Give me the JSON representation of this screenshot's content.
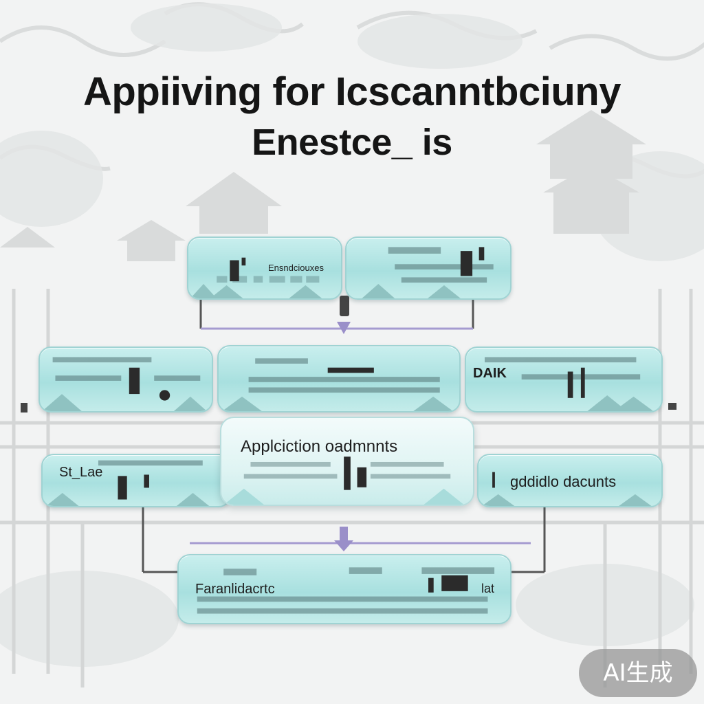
{
  "title": {
    "line1": "Appiiving for Icscanntbciuny",
    "line2": "Enestce_ is"
  },
  "boxes": {
    "top_left": {
      "label": "Ensndciouxes"
    },
    "top_right": {
      "label": ""
    },
    "mid_left": {
      "label": ""
    },
    "mid_center": {
      "label": ""
    },
    "mid_right": {
      "label": "DAIK"
    },
    "row3_left": {
      "label": "St_Lae"
    },
    "row3_center": {
      "label": "Applciction oadmnnts"
    },
    "row3_right": {
      "label": "gddidlo dacunts"
    },
    "bottom": {
      "label": "Faranlidacrtc",
      "label2": "lat"
    }
  },
  "badge": {
    "label": "AI生成"
  },
  "colors": {
    "box_fill": "#a8e0df",
    "box_border": "#9fd3d3",
    "connector": "#555555",
    "arrow": "#9a8fc9",
    "title": "#151515"
  }
}
